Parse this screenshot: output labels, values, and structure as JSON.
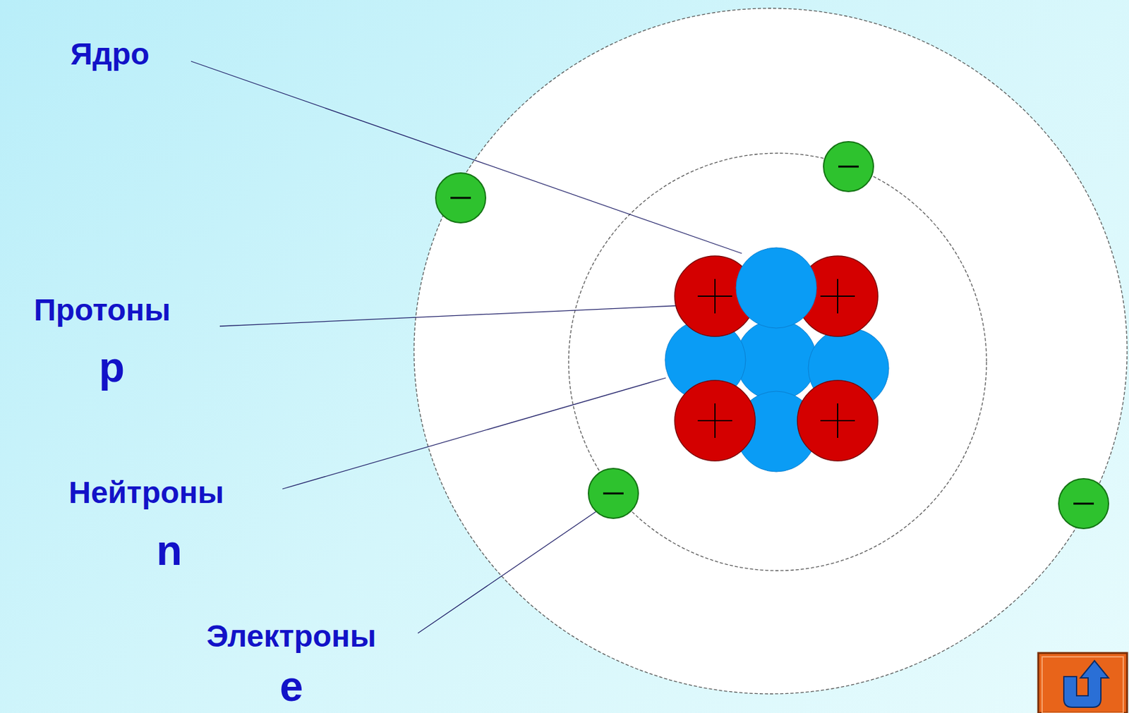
{
  "diagram": {
    "labels": [
      "Ядро",
      "Протоны",
      "p",
      "Нейтроны",
      "n",
      "Электроны",
      "e"
    ]
  }
}
